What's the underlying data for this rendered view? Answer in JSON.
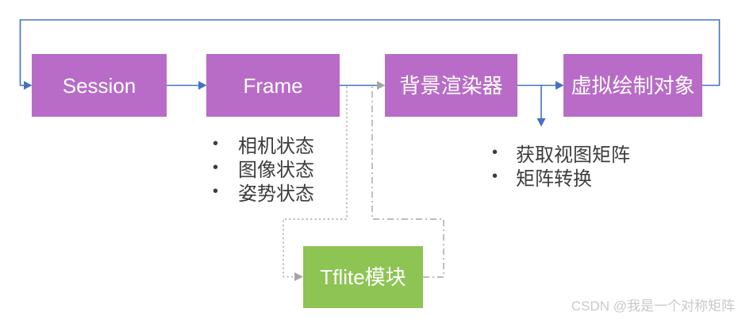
{
  "nodes": {
    "session": {
      "label": "Session"
    },
    "frame": {
      "label": "Frame"
    },
    "background_renderer": {
      "label": "背景渲染器"
    },
    "virtual_draw_object": {
      "label": "虚拟绘制对象"
    },
    "tflite_module": {
      "label": "Tflite模块"
    }
  },
  "frame_states": {
    "items": [
      "相机状态",
      "图像状态",
      "姿势状态"
    ]
  },
  "virtual_object_steps": {
    "items": [
      "获取视图矩阵",
      "矩阵转换"
    ]
  },
  "watermark": {
    "text": "CSDN @我是一个对称矩阵"
  },
  "colors": {
    "node_purple": "#b86cc7",
    "node_green": "#8dc454",
    "arrow_blue": "#4472c4",
    "dashed_gray": "#a5a5a5",
    "list_text": "#3d3d3d",
    "watermark_gray": "#c9c9c9"
  }
}
